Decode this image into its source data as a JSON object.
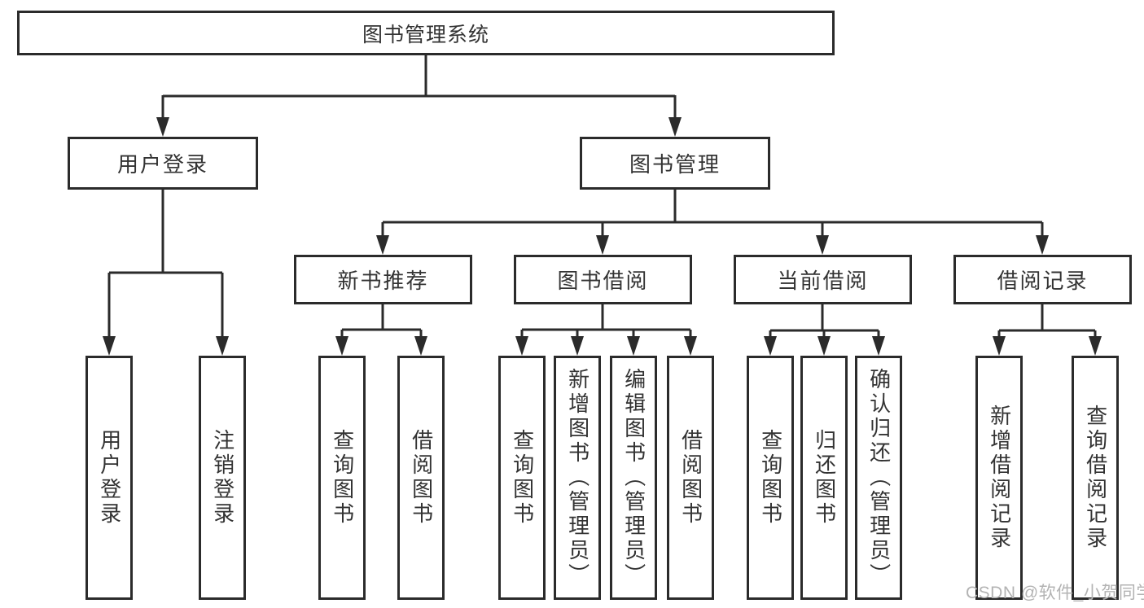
{
  "nodes": {
    "root": {
      "label": "图书管理系统"
    },
    "user_login": {
      "label": "用户登录"
    },
    "book_management": {
      "label": "图书管理"
    },
    "new_book_recommend": {
      "label": "新书推荐"
    },
    "book_borrowing": {
      "label": "图书借阅"
    },
    "current_borrowing": {
      "label": "当前借阅"
    },
    "borrowing_records": {
      "label": "借阅记录"
    }
  },
  "leaves": [
    {
      "label": "用户登录",
      "parent": "用户登录"
    },
    {
      "label": "注销登录",
      "parent": "用户登录"
    },
    {
      "label": "查询图书",
      "parent": "新书推荐"
    },
    {
      "label": "借阅图书",
      "parent": "新书推荐"
    },
    {
      "label": "查询图书",
      "parent": "图书借阅"
    },
    {
      "label": "新增图书（管理员）",
      "parent": "图书借阅"
    },
    {
      "label": "编辑图书（管理员）",
      "parent": "图书借阅"
    },
    {
      "label": "借阅图书",
      "parent": "图书借阅"
    },
    {
      "label": "查询图书",
      "parent": "当前借阅"
    },
    {
      "label": "归还图书",
      "parent": "当前借阅"
    },
    {
      "label": "确认归还（管理员）",
      "parent": "当前借阅"
    },
    {
      "label": "新增借阅记录",
      "parent": "借阅记录"
    },
    {
      "label": "查询借阅记录",
      "parent": "借阅记录"
    }
  ],
  "watermark": {
    "text": "CSDN @软件_小贺同学"
  },
  "colors": {
    "line": "#2b2b2b",
    "text": "#333333",
    "watermark": "#b3b3b3",
    "background": "#ffffff"
  }
}
